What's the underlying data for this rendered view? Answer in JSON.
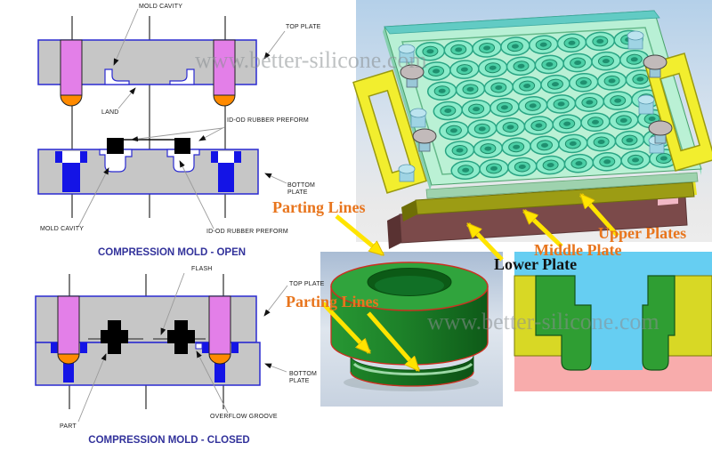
{
  "open_mold": {
    "title": "COMPRESSION MOLD - OPEN",
    "labels": {
      "mold_cavity_top": "MOLD CAVITY",
      "top_plate": "TOP PLATE",
      "land": "LAND",
      "preform_right": "ID-OD RUBBER PREFORM",
      "mold_cavity_bottom": "MOLD CAVITY",
      "preform_bottom": "ID-OD RUBBER PREFORM",
      "bottom_plate_line1": "BOTTOM",
      "bottom_plate_line2": "PLATE"
    }
  },
  "closed_mold": {
    "title": "COMPRESSION MOLD - CLOSED",
    "labels": {
      "flash": "FLASH",
      "top_plate": "TOP PLATE",
      "bottom_plate_line1": "BOTTOM",
      "bottom_plate_line2": "PLATE",
      "part": "PART",
      "overflow_groove": "OVERFLOW GROOVE"
    }
  },
  "annotations": {
    "parting_lines_upper": "Parting Lines",
    "parting_lines_lower": "Parting Lines",
    "upper_plates": "Upper Plates",
    "middle_plate": "Middle Plate",
    "lower_plate": "Lower Plate"
  },
  "watermark": {
    "text": "www.better-silicone.com"
  },
  "colors": {
    "accent_orange": "#e8751d",
    "title_navy": "#32329b",
    "arrow_yellow": "#ffe400",
    "mold_gray": "#c6c6c6",
    "outline_blue": "#2a2ad0",
    "pin_magenta": "#e37fe8",
    "pin_tip_orange": "#ff8a00",
    "insert_blue": "#1414e6",
    "preform_black": "#000000",
    "part_green": "#2f9e33",
    "middle_plate_olive": "#9c9c14",
    "lower_plate_maroon": "#7b4a4a",
    "upper_plate_mint": "#b7f2d2"
  }
}
